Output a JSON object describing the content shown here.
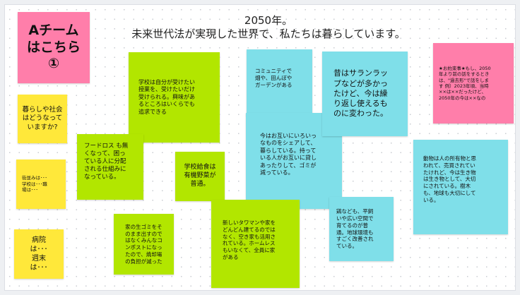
{
  "title": {
    "line1": "2050年。",
    "line2": "未来世代法が実現した世界で、私たちは暮らしています。"
  },
  "notes": {
    "team": "Aチーム\nはこちら\n①",
    "question": "暮らしや社会\nはどうなって\nいますか?",
    "town": "街並みは･･･\n学校は･･･職\n場は･･･",
    "hospital": "病院\nは･･･\n週末\nは･･･",
    "school": "学校は自分が受けたい\n授業を、受けたいだけ\n受けられる。興味があ\nるところはいくらでも\n追求できる",
    "foodloss": "フードロス も無\nくなって、困っ\nている人に分配\nされる仕組みに\nなっている。",
    "lunch": "学校給食は\n有機野菜が\n普通。",
    "compost": "家の生ゴミをそ\nのまま出すので\nはなくみんなコ\nンポストになっ\nたので、焼却場\nの負担が減った",
    "community": "コミュニティで\n畑や、田んぼや\nガーデンがある",
    "sharing": "今はお互いにいろいっ\nなものをシェアして、\n暮らしている。持って\nいる人がお互いに貸し\nあったりして、ゴミが\n減っている。",
    "wrap": "昔はサランラッ\nプなどが多かっ\nたけど、今は繰\nり返し使えるも\nのに変わった。",
    "housing": "新しいタワマンや家を\nどんどん建てるのでは\nなく、空き家も活用さ\nれている。ホームレス\nもいなくて、全員に家\nがある",
    "chicken": "鶏なども、平飼\nいや広い空間で\n育てるのが普\n通。地球環境も\nすごく改善され\nている。",
    "animals": "動物は人の所有物と思\nわれて、売買されてい\nたけれど、今は生き物\nは生き物として、大切\nにされている。樹木\nも、地球も大切にして\nいる。",
    "rules": "★お約束事★もし、2050\n年より前の話をするとき\nは、\"過去形\"で話をしま\nす 例）2023年頃、当時\n××は××だったけど、\n2050年の今は××なの"
  },
  "colors": {
    "pink": "#ff7eaa",
    "yellow": "#ffe83a",
    "green": "#b2e600",
    "cyan": "#7fdfe9"
  }
}
